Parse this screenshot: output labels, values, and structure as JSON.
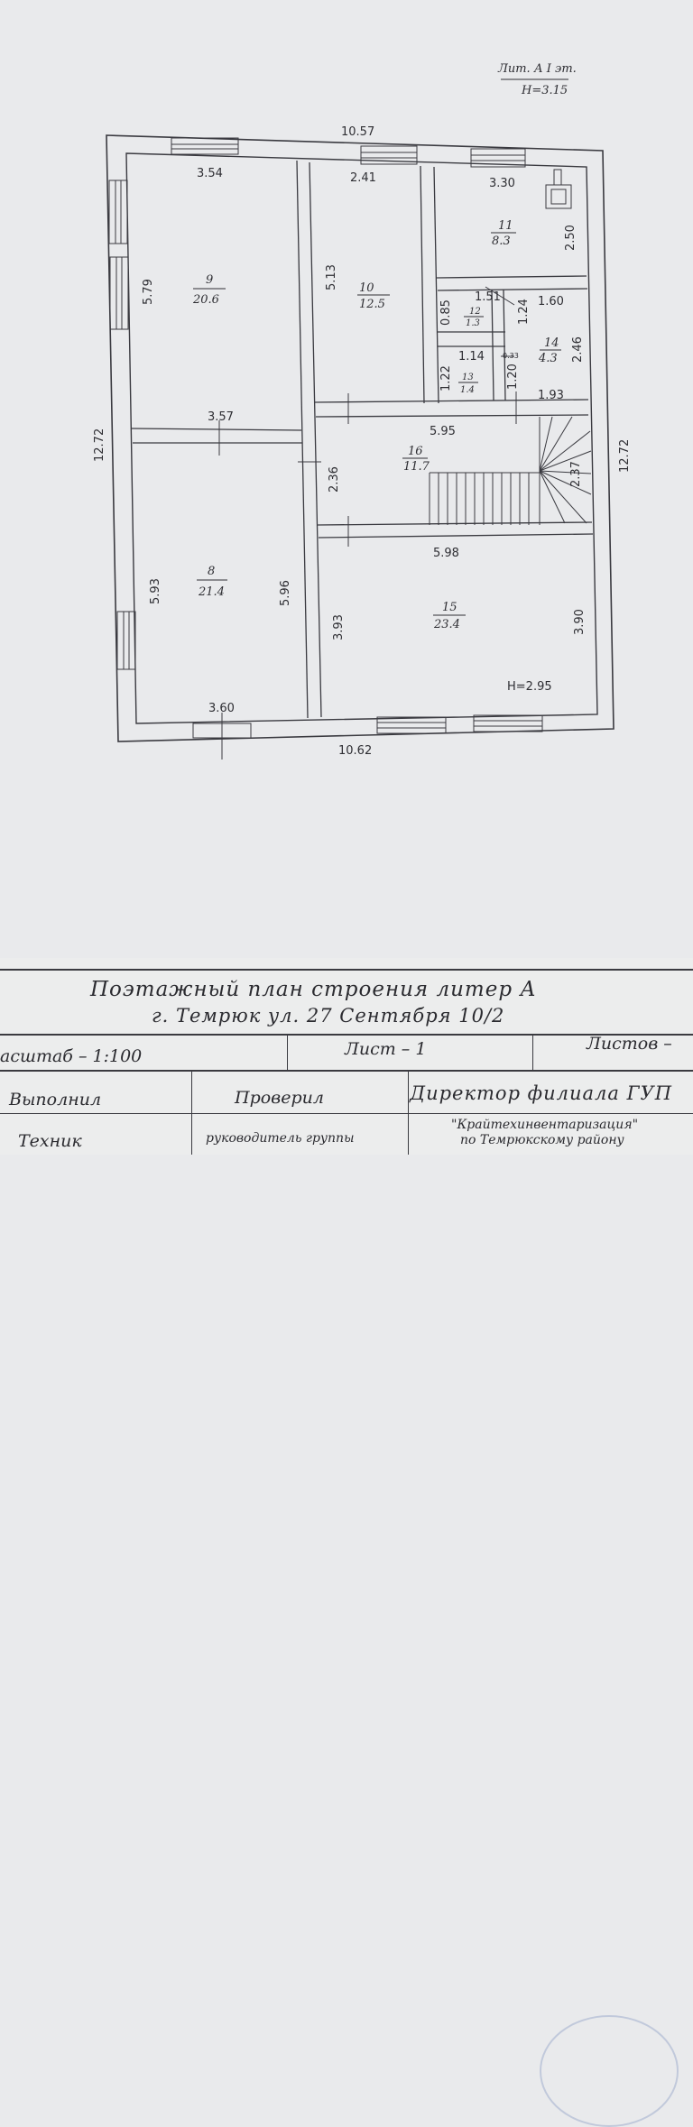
{
  "header": {
    "liter_floor": "Лит. А  I  эт.",
    "height": "Н=3.15"
  },
  "outer_dims": {
    "top": "10.57",
    "bottom": "10.62",
    "left": "12.72",
    "right": "12.72"
  },
  "rooms": [
    {
      "num": "9",
      "area": "20.6"
    },
    {
      "num": "10",
      "area": "12.5"
    },
    {
      "num": "11",
      "area": "8.3"
    },
    {
      "num": "12",
      "area": "1.3"
    },
    {
      "num": "13",
      "area": "1.4"
    },
    {
      "num": "14",
      "area": "4.3"
    },
    {
      "num": "16",
      "area": "11.7"
    },
    {
      "num": "8",
      "area": "21.4"
    },
    {
      "num": "15",
      "area": "23.4"
    }
  ],
  "dims": {
    "r9_w": "3.54",
    "r9_h": "5.79",
    "r10_w": "2.41",
    "r10_h": "5.13",
    "r11_w": "3.30",
    "r11_h": "2.50",
    "r12_w": "1.51",
    "r12_h": "0.85",
    "r12_h2": "1.24",
    "r14_w": "1.60",
    "r14_h": "2.46",
    "r14_w2": "1.93",
    "r13_w": "1.14",
    "r13_h": "1.22",
    "r13_h2": "1.20",
    "r13_small": "0.33",
    "r8_top": "3.57",
    "r8_h": "5.93",
    "r8_h2": "5.96",
    "r8_w": "3.60",
    "r16_w": "5.95",
    "r16_h": "2.36",
    "stair": "2.37",
    "r15_w": "5.98",
    "r15_h": "3.93",
    "r15_h2": "3.90"
  },
  "floor_height": "Н=2.95",
  "title_block": {
    "title": "Поэтажный  план  строения  литер  А",
    "address": "г. Темрюк  ул.  27  Сентября  10/2",
    "scale": "асштаб  –  1:100",
    "sheet": "Лист  –  1",
    "sheets": "Листов  –",
    "performed": "Выполнил",
    "checked": "Проверил",
    "director": "Директор  филиала  ГУП",
    "technician": "Техник",
    "group_head": "руководитель группы",
    "org": "\"Крайтехинвентаризация\"",
    "org_area": "по Темрюкскому району"
  }
}
